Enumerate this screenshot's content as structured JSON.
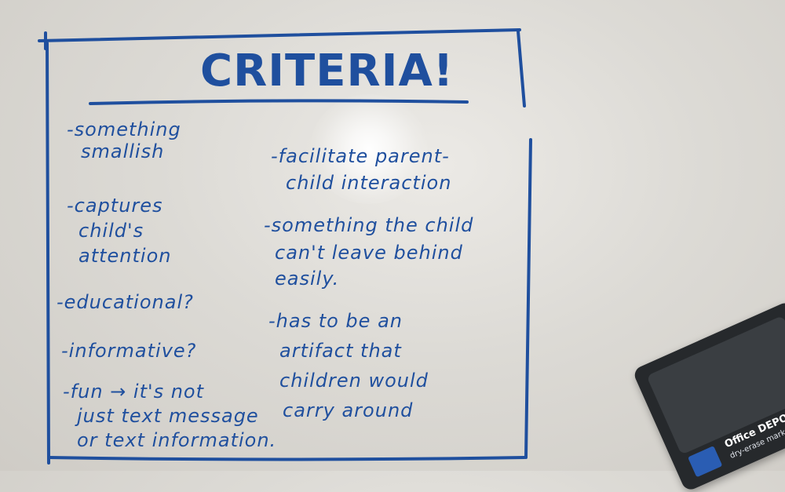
{
  "title": "CRITERIA!",
  "left_items": [
    [
      "-something",
      "smallish"
    ],
    [
      "-captures",
      "child's",
      "attention"
    ],
    [
      "-educational?"
    ],
    [
      "-informative?"
    ],
    [
      "-fun → it's not",
      "just text message",
      "or text information."
    ]
  ],
  "right_items": [
    [
      "-facilitate parent-",
      "child interaction"
    ],
    [
      "-something the child",
      "can't leave behind",
      "easily."
    ],
    [
      "-has to be an",
      "artifact that",
      "children would",
      "carry around"
    ]
  ],
  "eraser": {
    "brand": "Office DEPOT",
    "label": "dry-erase marker"
  },
  "colors": {
    "ink": "#1f4f9e",
    "board": "#e2e0dc"
  }
}
